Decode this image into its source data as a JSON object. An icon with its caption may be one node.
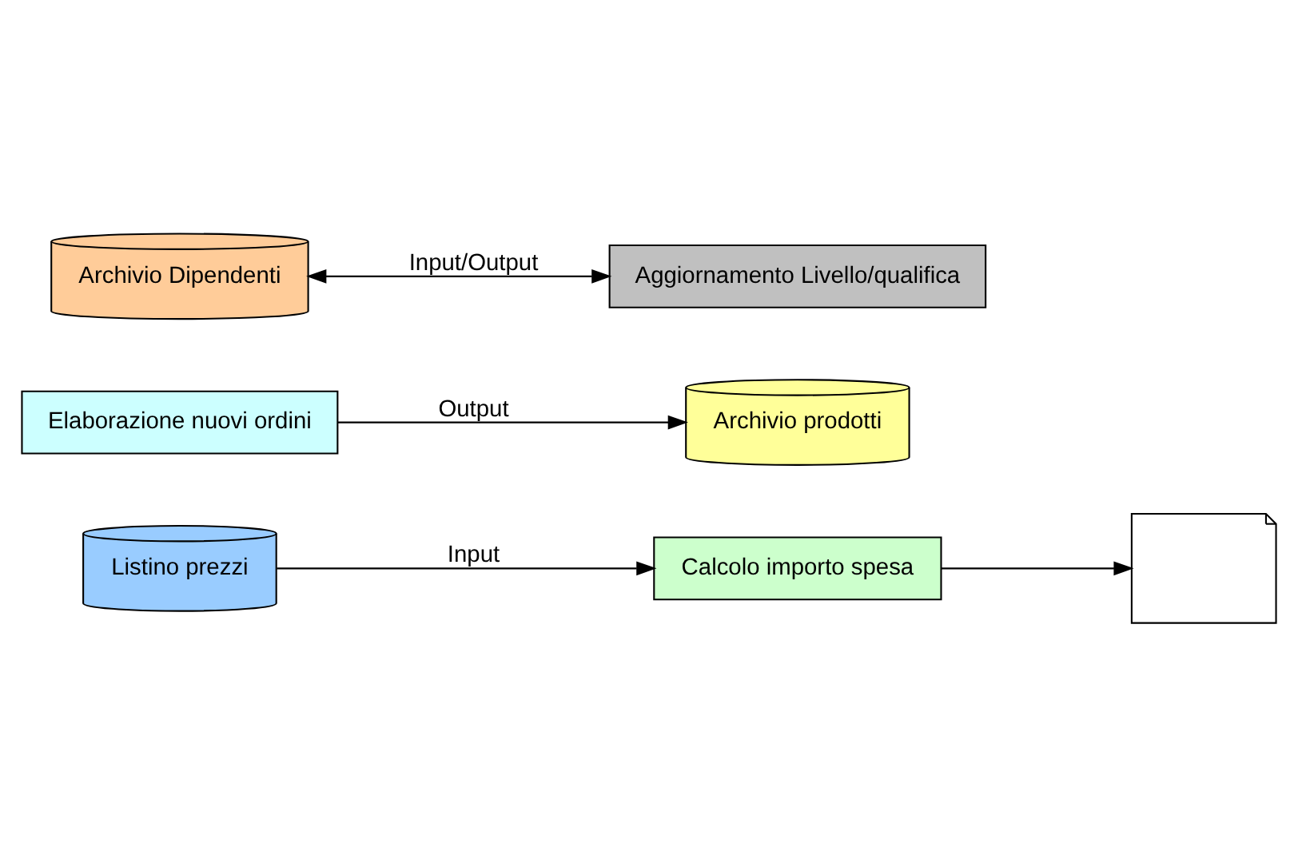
{
  "diagram": {
    "nodes": [
      {
        "text": [
          "Listino prezzi"
        ]
      },
      {
        "text": [
          "Calcolo importo spesa"
        ]
      },
      {
        "text": [],
        "shape": "document"
      },
      {
        "text": [
          "Elaborazione nuovi ordini"
        ]
      },
      {
        "text": [
          "Archivio prodotti"
        ]
      },
      {
        "text": [
          "Archivio Dipendenti"
        ]
      },
      {
        "text": [
          "Aggiornamento Livello/qualifica"
        ]
      }
    ],
    "edges": [
      {
        "from": 0,
        "to": 1,
        "arrow": "to",
        "label": "Input"
      },
      {
        "from": 1,
        "to": 2,
        "arrow": "to"
      },
      {
        "from": 3,
        "to": 4,
        "arrow": "to",
        "label": "Output"
      },
      {
        "from": 5,
        "to": 6,
        "arrow": "both",
        "label": "Input/Output"
      }
    ]
  }
}
